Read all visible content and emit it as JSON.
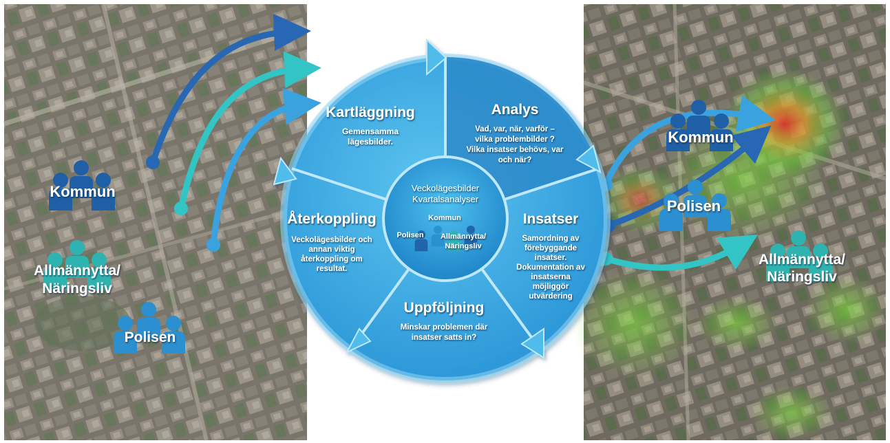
{
  "cycle": {
    "segments": [
      {
        "id": "kartlaggning",
        "title": "Kartläggning",
        "lines": [
          "Gemensamma",
          "lägesbilder."
        ]
      },
      {
        "id": "analys",
        "title": "Analys",
        "lines": [
          "Vad, var, när, varför –",
          "vilka problembilder ?",
          "Vilka insatser behövs, var",
          "och när?"
        ]
      },
      {
        "id": "insatser",
        "title": "Insatser",
        "lines": [
          "Samordning av",
          "förebyggande",
          "insatser.",
          "Dokumentation av",
          "insatserna",
          "möjliggör",
          "utvärdering"
        ]
      },
      {
        "id": "uppfoljning",
        "title": "Uppföljning",
        "lines": [
          "Minskar problemen där",
          "insatser satts in?"
        ]
      },
      {
        "id": "aterkoppling",
        "title": "Återkoppling",
        "lines": [
          "Veckolägesbilder och",
          "annan viktig",
          "återkoppling om",
          "resultat."
        ]
      }
    ],
    "center": {
      "lines": [
        "Veckolägesbilder",
        "Kvartalsanalyser"
      ],
      "kommun": "Kommun",
      "polisen": "Polisen",
      "allmannytta": [
        "Allmännytta/",
        "Näringsliv"
      ]
    }
  },
  "left_map": {
    "kommun": "Kommun",
    "allmannytta": [
      "Allmännytta/",
      "Näringsliv"
    ],
    "polisen": "Polisen"
  },
  "right_map": {
    "kommun": "Kommun",
    "polisen": "Polisen",
    "allmannytta": [
      "Allmännytta/",
      "Näringsliv"
    ]
  },
  "colors": {
    "dark_blue": "#1f5fa6",
    "mid_blue": "#2b8fd0",
    "light_blue": "#3fb6ea",
    "teal": "#2fb3b0",
    "cycle_fill": "#37a9e3",
    "cycle_dark": "#1d7fbf"
  }
}
